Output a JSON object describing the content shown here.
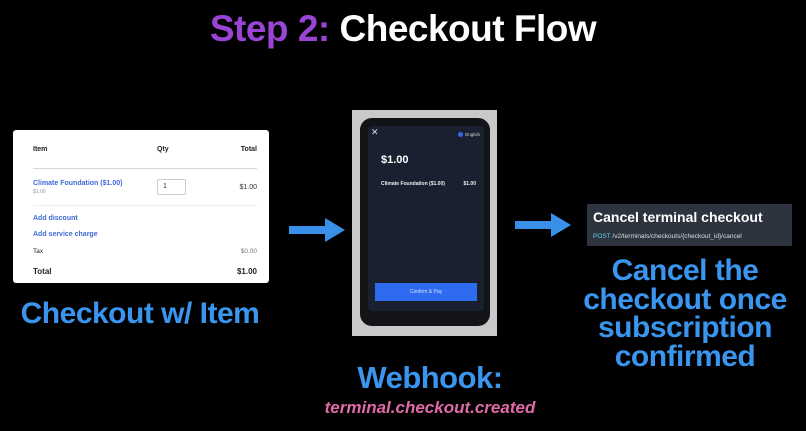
{
  "title": {
    "step": "Step 2:",
    "rest": " Checkout Flow"
  },
  "checkout_card": {
    "headers": {
      "item": "Item",
      "qty": "Qty",
      "total": "Total"
    },
    "item": {
      "name": "Climate Foundation ($1.00)",
      "price": "$1.00",
      "qty": "1",
      "total": "$1.00"
    },
    "add_discount": "Add discount",
    "add_service_charge": "Add service charge",
    "tax_label": "Tax",
    "tax_value": "$0.00",
    "total_label": "Total",
    "total_value": "$1.00"
  },
  "terminal": {
    "close": "✕",
    "language": "English",
    "amount": "$1.00",
    "item_name": "Climate Foundation ($1.00)",
    "item_price": "$1.00",
    "pay_button": "Confirm & Pay"
  },
  "api": {
    "title": "Cancel terminal checkout",
    "method": "POST",
    "path": " /v2/terminals/checkouts/{checkout_id}/cancel"
  },
  "labels": {
    "left": "Checkout w/ Item",
    "middle": "Webhook:",
    "middle_event": "terminal.checkout.created",
    "right": "Cancel the checkout once subscription confirmed"
  },
  "colors": {
    "accent_purple": "#9a44d6",
    "label_blue": "#3a95ee",
    "arrow_blue": "#3a8fe8",
    "event_pink": "#e06aa8"
  }
}
